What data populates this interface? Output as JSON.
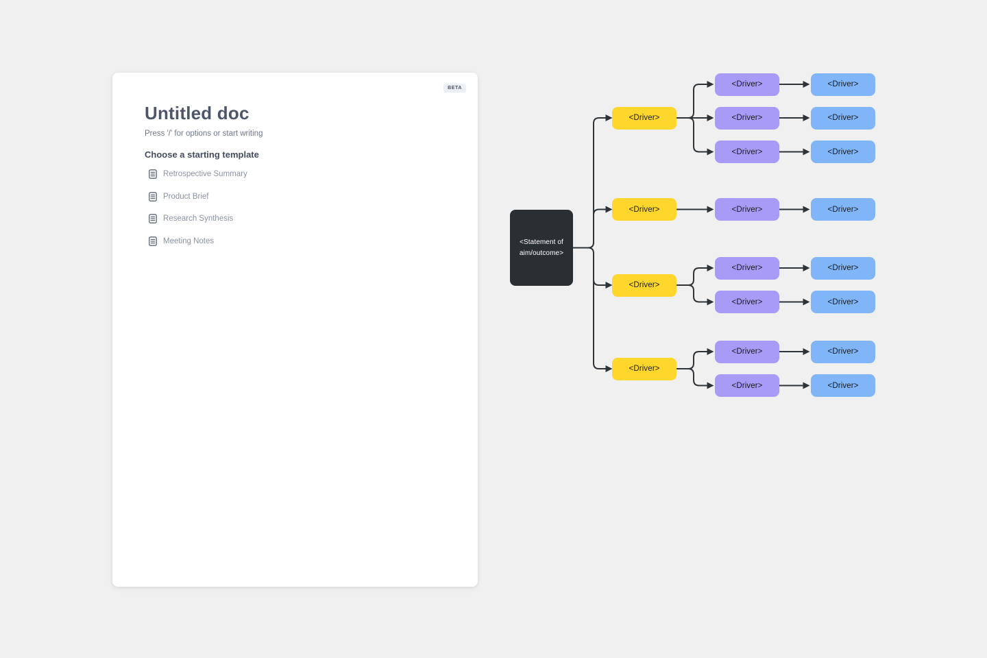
{
  "doc_panel": {
    "beta_badge": "BETA",
    "title": "Untitled doc",
    "editor_placeholder": "Press '/' for options or start writing",
    "templates_heading": "Choose a starting template",
    "templates": [
      {
        "label": "Retrospective Summary"
      },
      {
        "label": "Product Brief"
      },
      {
        "label": "Research Synthesis"
      },
      {
        "label": "Meeting Notes"
      }
    ]
  },
  "diagram": {
    "statement": {
      "label": "<Statement of aim/outcome>"
    },
    "level1_drivers": [
      {
        "label": "<Driver>"
      },
      {
        "label": "<Driver>"
      },
      {
        "label": "<Driver>"
      },
      {
        "label": "<Driver>"
      }
    ],
    "level2_drivers": [
      {
        "label": "<Driver>"
      },
      {
        "label": "<Driver>"
      },
      {
        "label": "<Driver>"
      },
      {
        "label": "<Driver>"
      },
      {
        "label": "<Driver>"
      },
      {
        "label": "<Driver>"
      },
      {
        "label": "<Driver>"
      },
      {
        "label": "<Driver>"
      }
    ],
    "level3_drivers": [
      {
        "label": "<Driver>"
      },
      {
        "label": "<Driver>"
      },
      {
        "label": "<Driver>"
      },
      {
        "label": "<Driver>"
      },
      {
        "label": "<Driver>"
      },
      {
        "label": "<Driver>"
      },
      {
        "label": "<Driver>"
      },
      {
        "label": "<Driver>"
      }
    ],
    "colors": {
      "statement_bg": "#2A2F34",
      "level1_bg": "#FFD62B",
      "level2_bg": "#A89BF8",
      "level3_bg": "#80B5F8",
      "connector": "#2E3338",
      "page_bg": "#F0F0F1"
    }
  }
}
